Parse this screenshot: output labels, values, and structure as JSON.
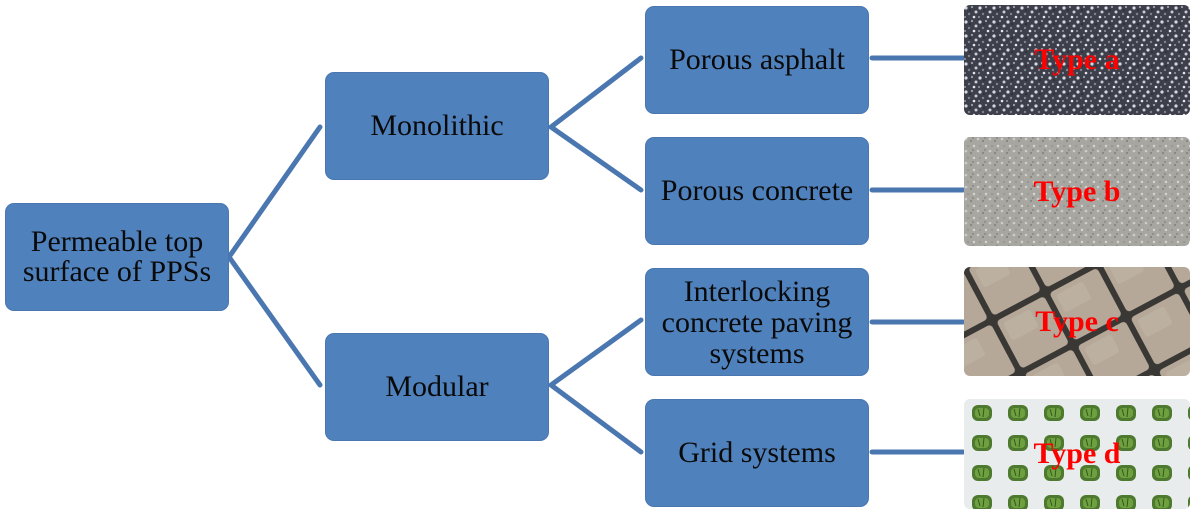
{
  "diagram": {
    "root": {
      "label_line1": "Permeable top",
      "label_line2": "surface of PPSs"
    },
    "level1": [
      {
        "label": "Monolithic"
      },
      {
        "label": "Modular"
      }
    ],
    "level2": [
      {
        "lines": [
          "Porous asphalt"
        ]
      },
      {
        "lines": [
          "Porous concrete"
        ]
      },
      {
        "lines": [
          "Interlocking",
          "concrete paving",
          "systems"
        ]
      },
      {
        "lines": [
          "Grid systems"
        ]
      }
    ],
    "thumbnails": [
      {
        "label": "Type a",
        "texture": "porous-asphalt"
      },
      {
        "label": "Type b",
        "texture": "porous-concrete"
      },
      {
        "label": "Type c",
        "texture": "interlocking-pavers"
      },
      {
        "label": "Type d",
        "texture": "grass-grid"
      }
    ],
    "colors": {
      "box_fill": "#4f81bd",
      "connector": "#4a77b0",
      "type_label": "#ff0000"
    }
  }
}
